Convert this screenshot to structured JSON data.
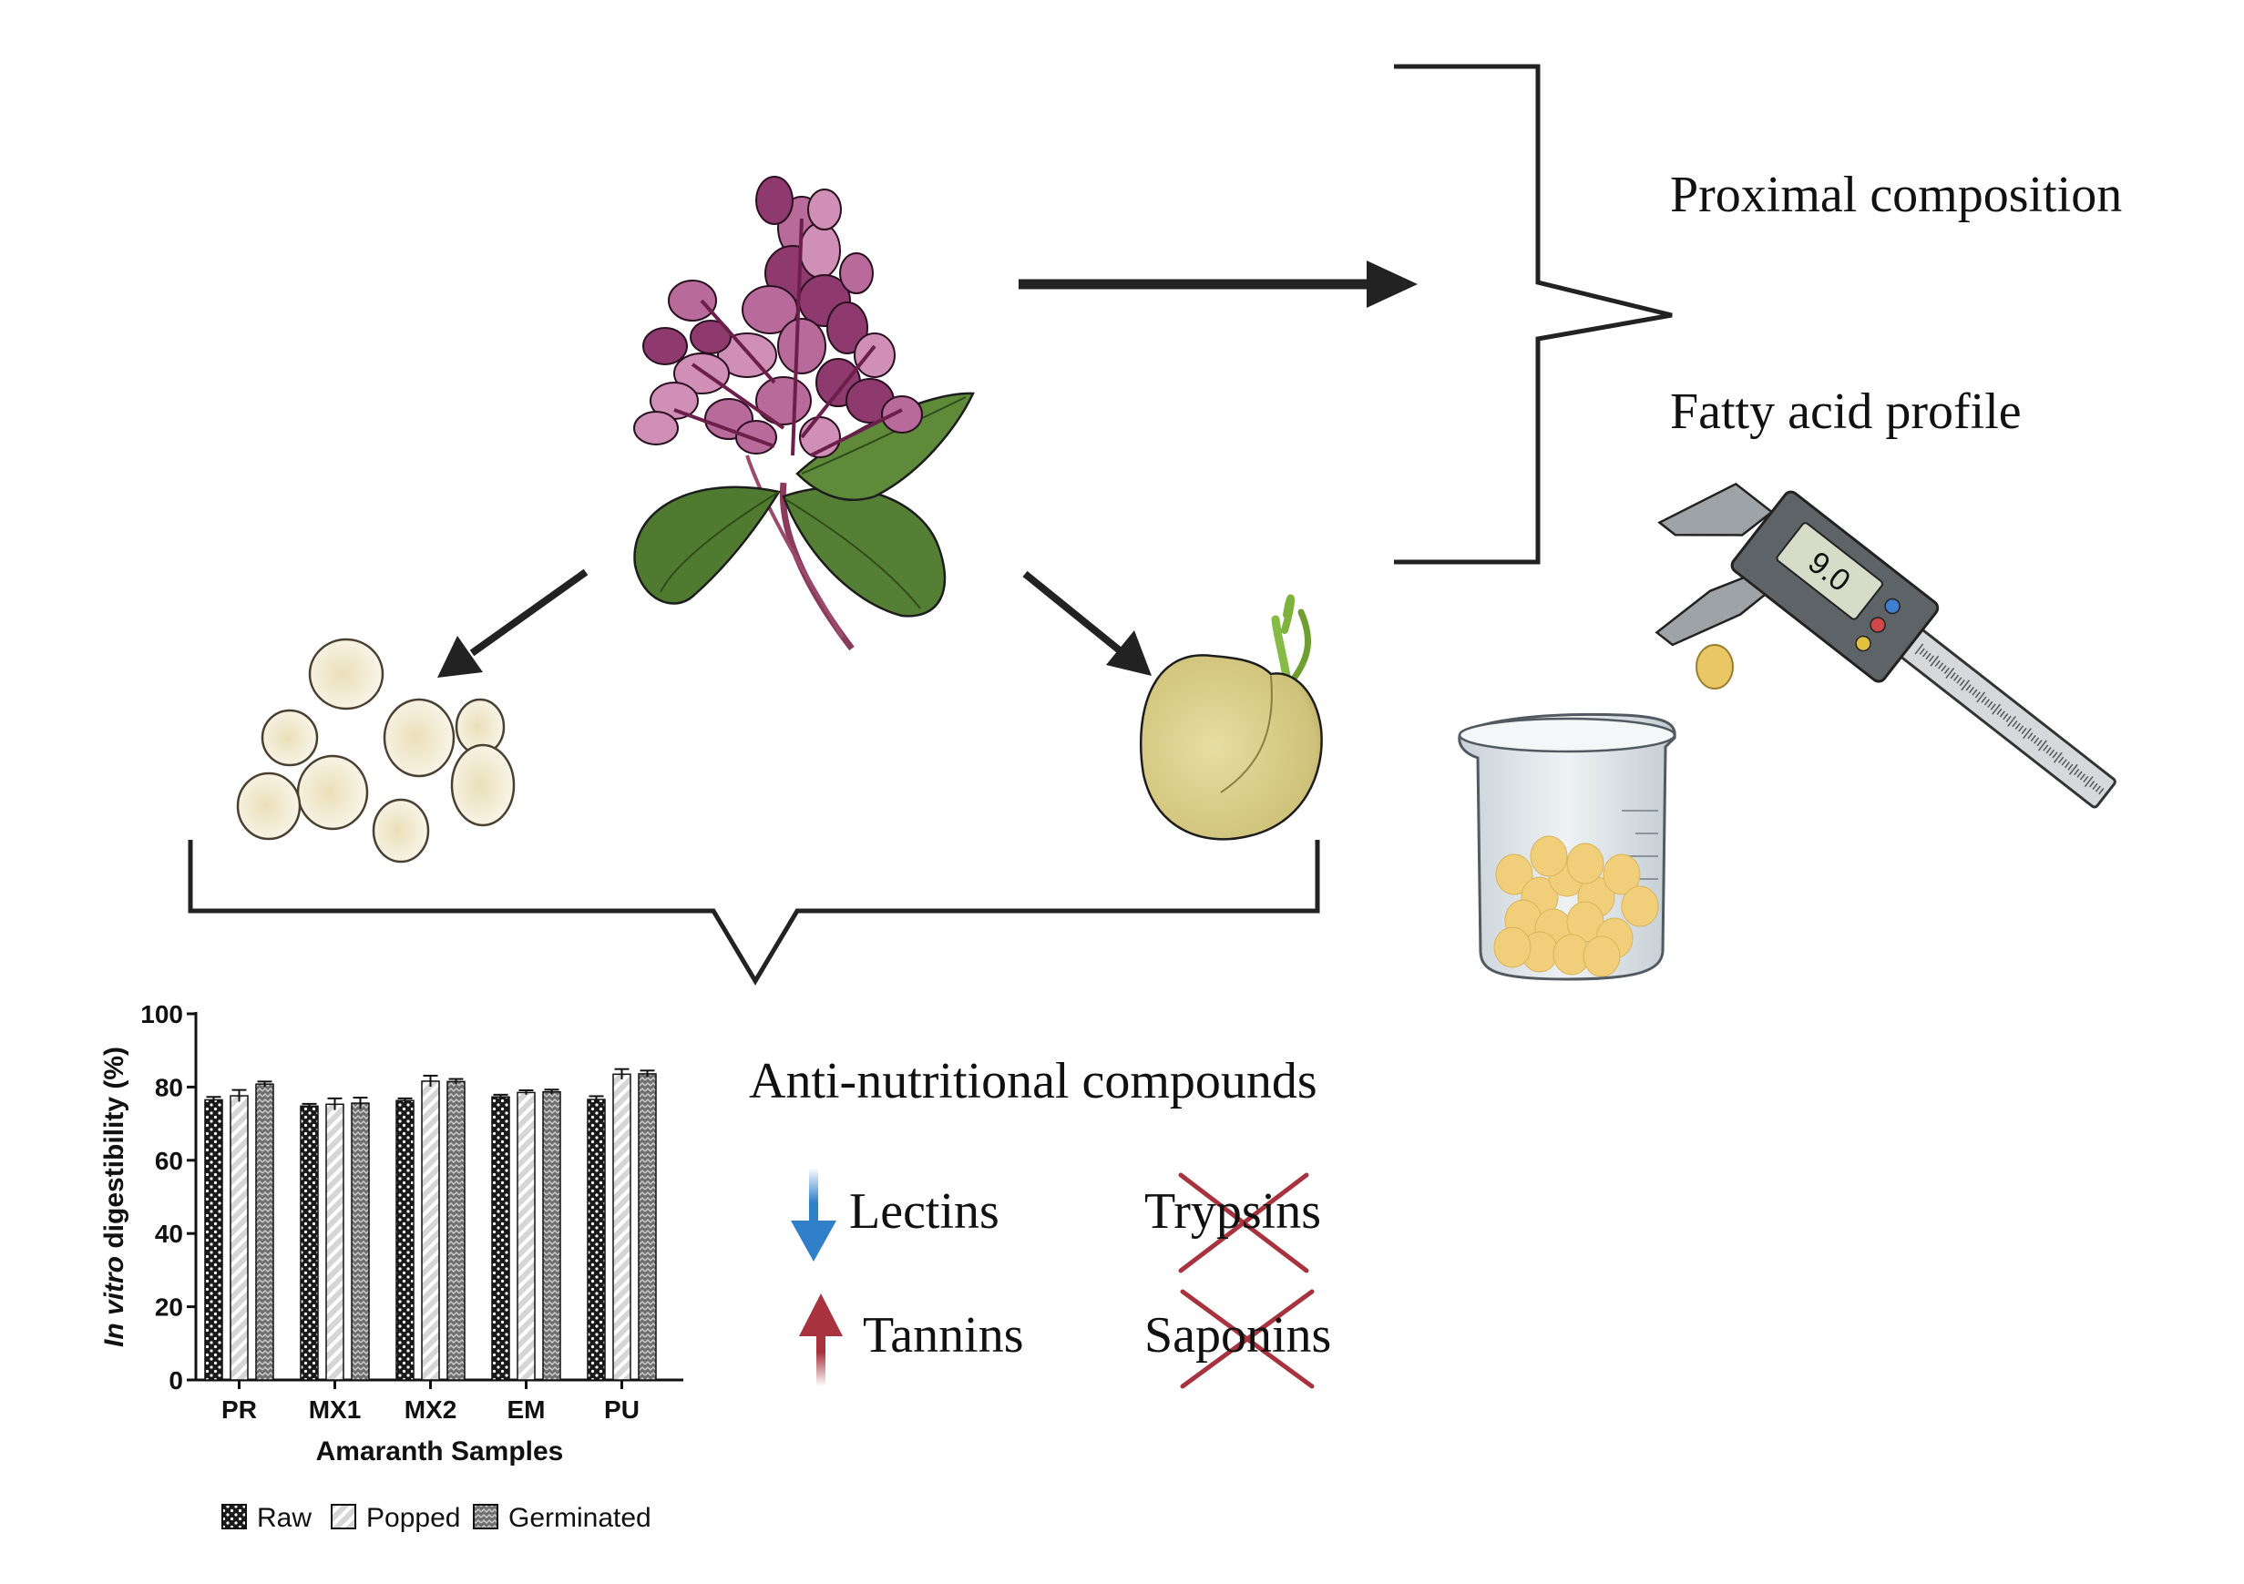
{
  "labels": {
    "proximal": "Proximal composition",
    "fatty": "Fatty acid profile",
    "anti_title": "Anti-nutritional compounds"
  },
  "compounds": [
    {
      "name": "Lectins",
      "change": "decrease",
      "arrow_color": "#2f7fc9"
    },
    {
      "name": "Tannins",
      "change": "increase",
      "arrow_color": "#a8333f"
    },
    {
      "name": "Trypsins",
      "change": "eliminated",
      "cross_color": "#a8333f"
    },
    {
      "name": "Saponins",
      "change": "eliminated",
      "cross_color": "#a8333f"
    }
  ],
  "caliper": {
    "display": "9.0"
  },
  "icons": [
    "amaranth-plant-icon",
    "popped-grains-icon",
    "germinated-seed-icon",
    "beaker-icon",
    "caliper-icon"
  ],
  "colors": {
    "plant_flower": "#8e3a6e",
    "leaf": "#4f7a30",
    "seed": "#d9d08a",
    "grain": "#efe7cf",
    "beaker_seeds": "#f1cf7a"
  },
  "chart_data": {
    "type": "bar",
    "ylabel_italic": "In vitro",
    "ylabel_rest": " digestibility (%)",
    "xlabel": "Amaranth Samples",
    "categories": [
      "PR",
      "MX1",
      "MX2",
      "EM",
      "PU"
    ],
    "ylim": [
      0,
      100
    ],
    "yticks": [
      0,
      20,
      40,
      60,
      80,
      100
    ],
    "series": [
      {
        "name": "Raw",
        "pattern": "dots",
        "values": [
          76.5,
          74.8,
          76.3,
          77.3,
          76.6
        ],
        "errors": [
          0.8,
          0.6,
          0.6,
          0.6,
          0.9
        ]
      },
      {
        "name": "Popped",
        "pattern": "hatch",
        "values": [
          77.6,
          75.3,
          81.6,
          78.5,
          83.5
        ],
        "errors": [
          1.6,
          1.6,
          1.5,
          0.6,
          1.4
        ]
      },
      {
        "name": "Germinated",
        "pattern": "zigzag",
        "values": [
          80.8,
          75.6,
          81.5,
          78.7,
          83.6
        ],
        "errors": [
          0.7,
          1.5,
          0.7,
          0.6,
          0.9
        ]
      }
    ],
    "grid": false,
    "legend_position": "bottom"
  }
}
